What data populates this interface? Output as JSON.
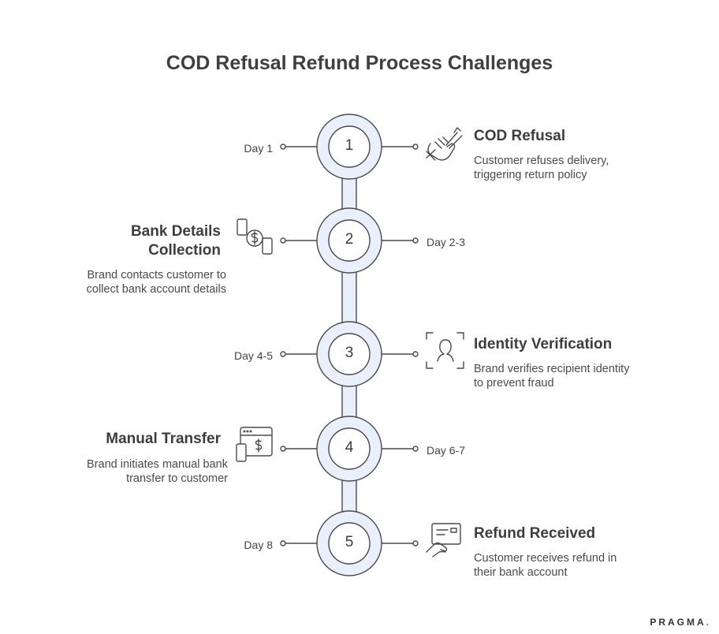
{
  "title": "COD Refusal Refund Process Challenges",
  "brand": {
    "name": "PRAGMA",
    "dot": "."
  },
  "colors": {
    "accent_fill": "#eaf0fb",
    "ring_stroke": "#4a4a4a",
    "brand_dot": "#2f7df6"
  },
  "steps": [
    {
      "number": "1",
      "day": "Day 1",
      "title": "COD Refusal",
      "lines": [
        "Customer refuses delivery,",
        "triggering return policy"
      ],
      "icon": "refuse-hand-icon"
    },
    {
      "number": "2",
      "day": "Day 2-3",
      "title_lines": [
        "Bank Details",
        "Collection"
      ],
      "lines": [
        "Brand contacts customer to",
        "collect bank account details"
      ],
      "icon": "money-phones-icon"
    },
    {
      "number": "3",
      "day": "Day 4-5",
      "title": "Identity Verification",
      "lines": [
        "Brand verifies recipient identity",
        "to prevent fraud"
      ],
      "icon": "face-scan-icon"
    },
    {
      "number": "4",
      "day": "Day 6-7",
      "title": "Manual Transfer",
      "lines": [
        "Brand initiates manual bank",
        "transfer to customer"
      ],
      "icon": "bank-transfer-icon"
    },
    {
      "number": "5",
      "day": "Day 8",
      "title": "Refund Received",
      "lines": [
        "Customer receives refund in",
        "their bank account"
      ],
      "icon": "card-payment-icon"
    }
  ]
}
